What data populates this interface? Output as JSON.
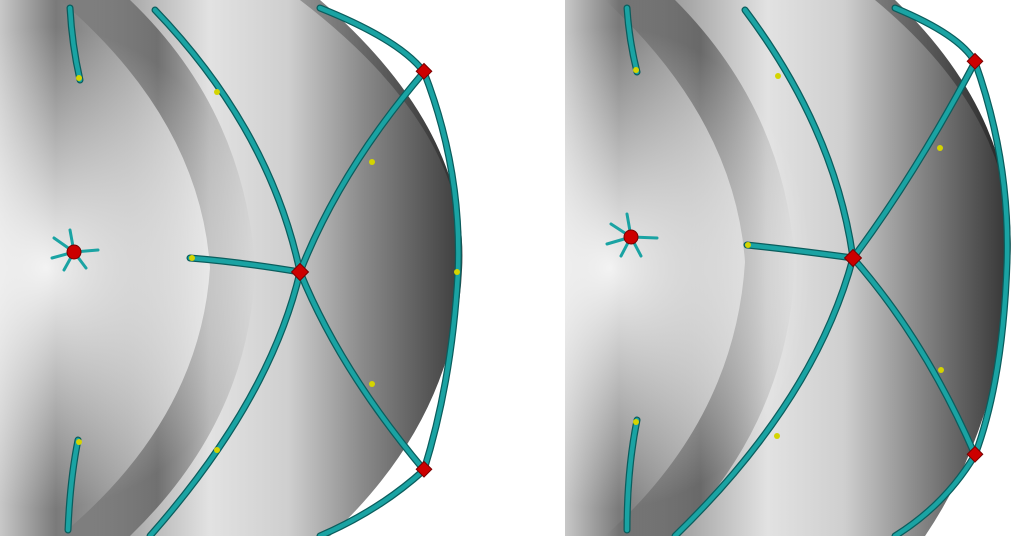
{
  "figure": {
    "panels": [
      {
        "name": "left-panel",
        "shading": "grayscale-surface",
        "curve_color": "#1aa3a3",
        "node_color": "#cc0000",
        "marker_color": "#d4d400"
      },
      {
        "name": "right-panel",
        "shading": "grayscale-surface",
        "curve_color": "#1aa3a3",
        "node_color": "#cc0000",
        "marker_color": "#d4d400"
      }
    ],
    "colors": {
      "background": "#ffffff",
      "curve": "#1aa3a3",
      "curve_outline": "#0b5d5d",
      "node": "#cc0000",
      "marker": "#d4d400"
    }
  }
}
